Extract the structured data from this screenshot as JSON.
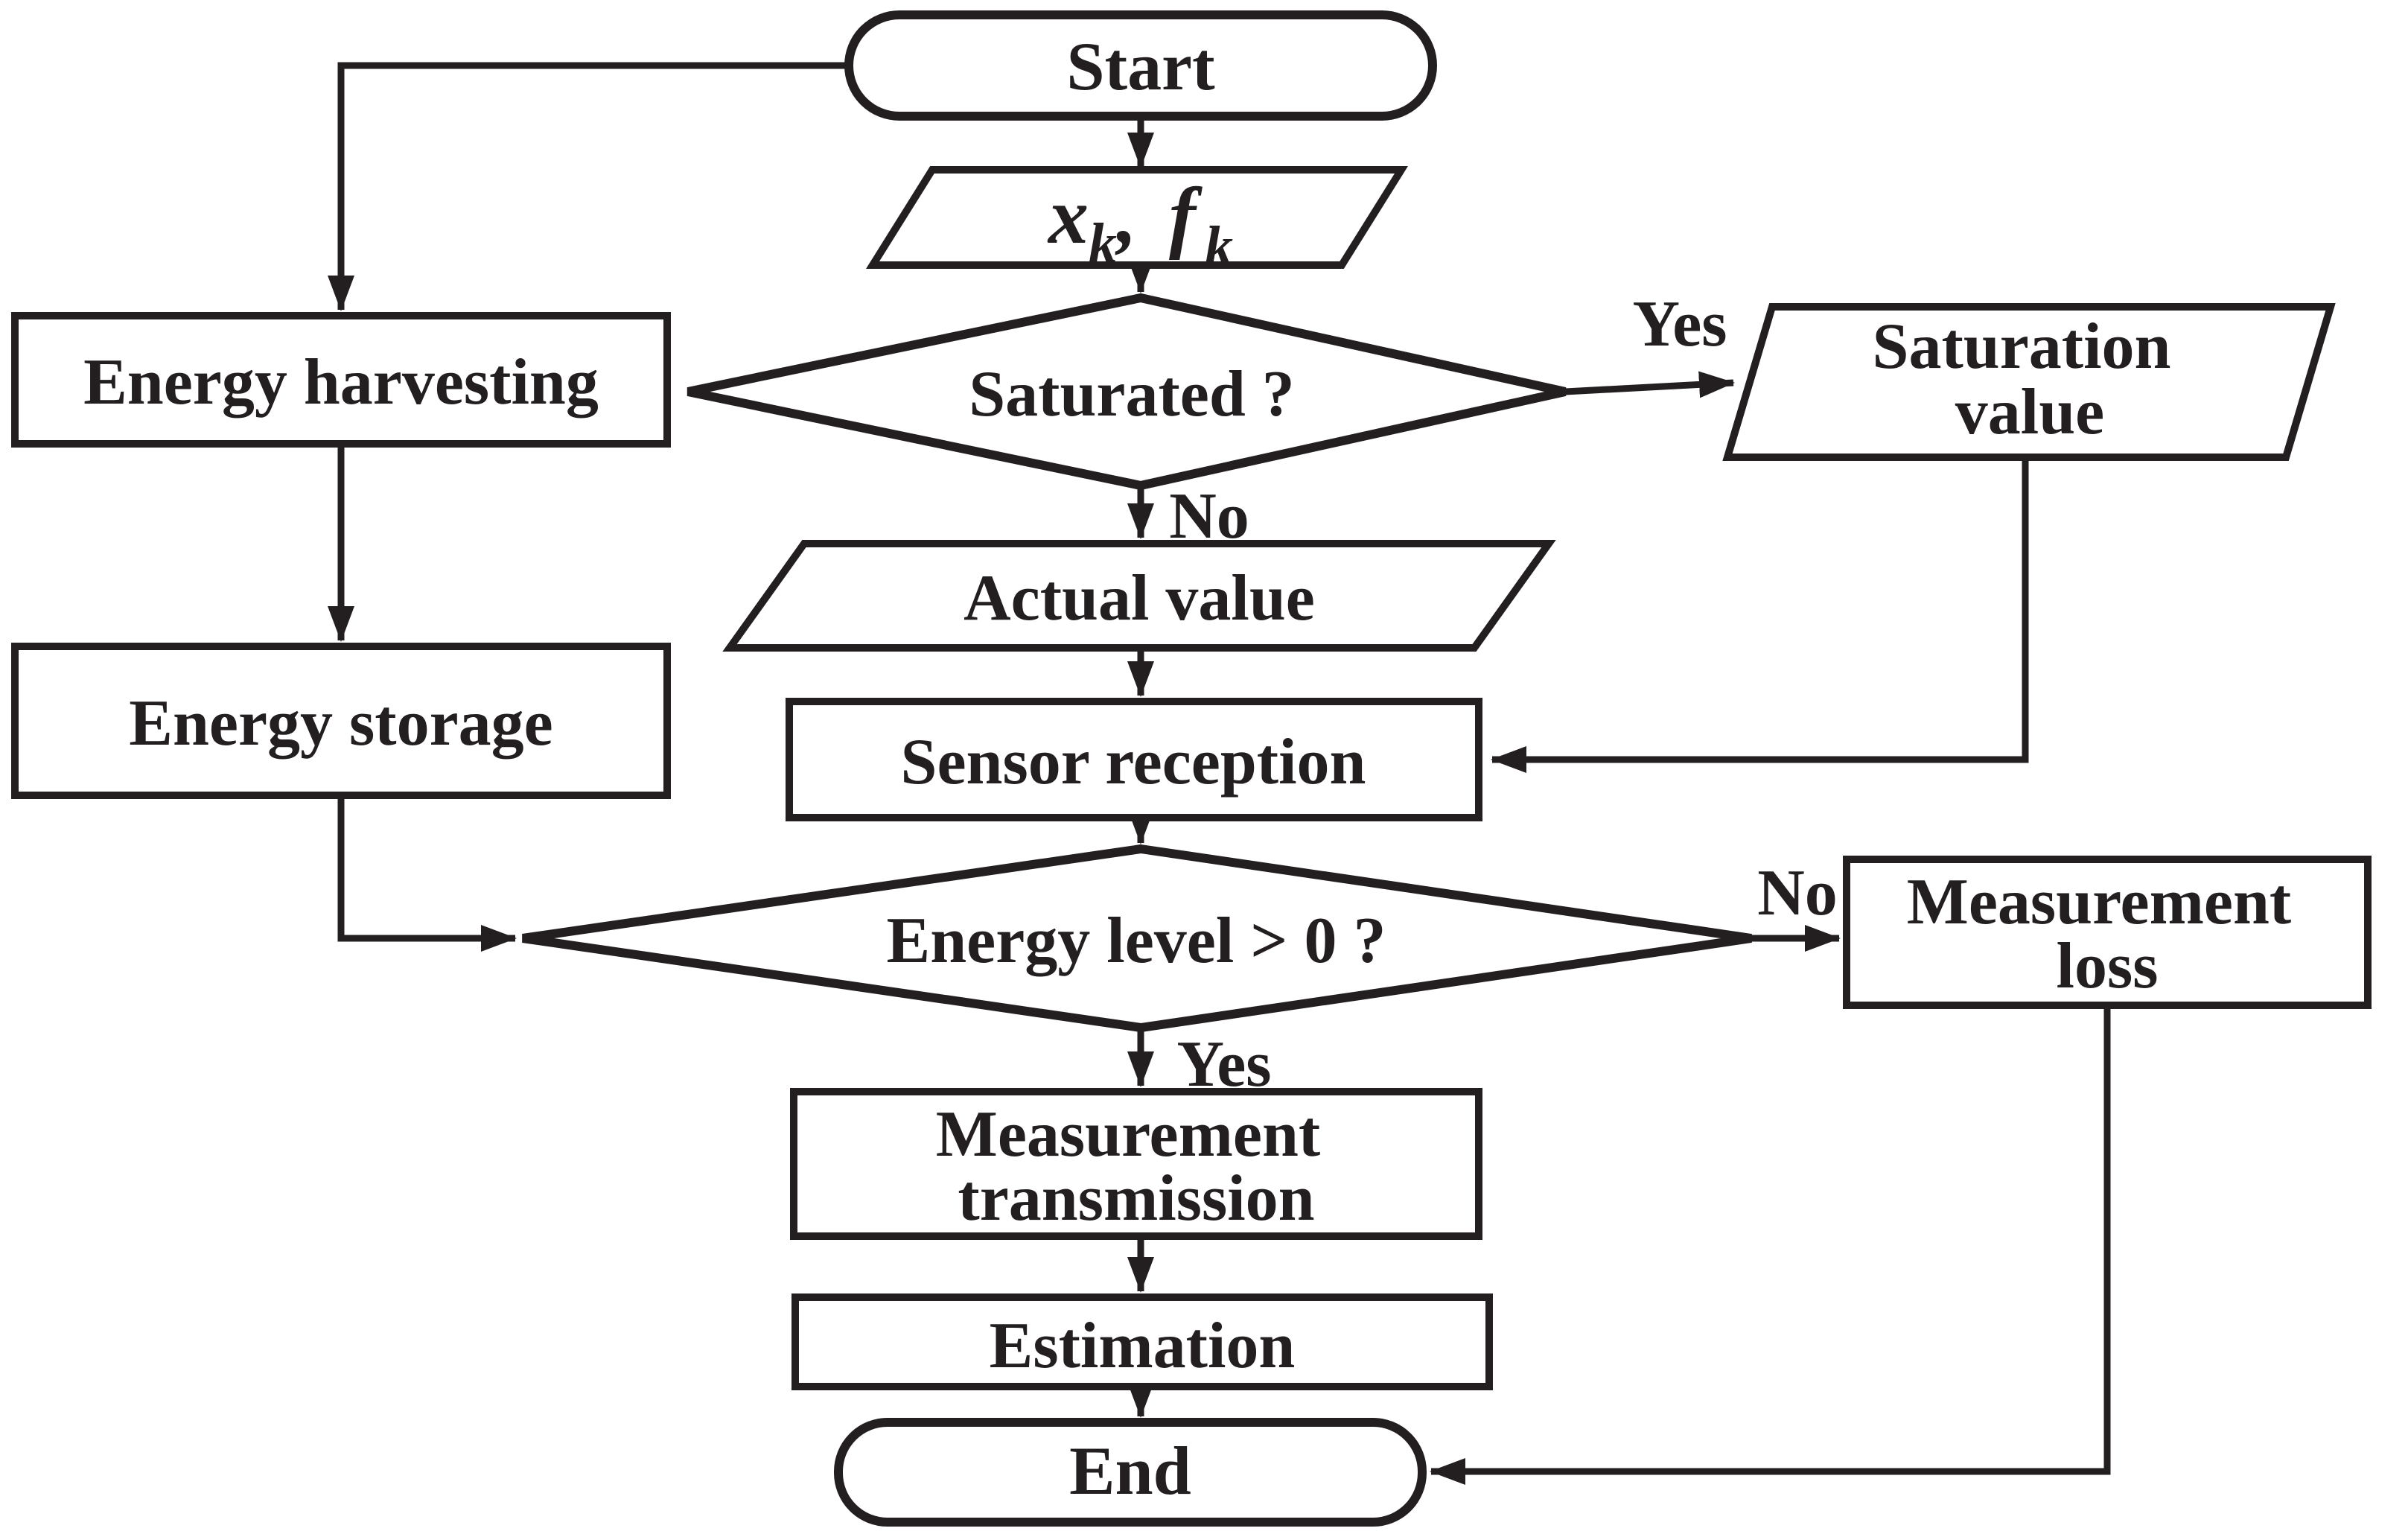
{
  "diagram": {
    "background": "#ffffff",
    "ink": "#231f20",
    "nodes": {
      "start": {
        "shape": "stadium",
        "label": "Start"
      },
      "input": {
        "shape": "parallelogram",
        "parts": {
          "x": "x",
          "x_sub": "k",
          "comma": ", ",
          "f": "f",
          "f_sub": "k"
        }
      },
      "saturated": {
        "shape": "diamond",
        "label": "Saturated ?"
      },
      "energy_harvesting": {
        "shape": "rectangle",
        "label": "Energy harvesting"
      },
      "saturation_value": {
        "shape": "parallelogram",
        "line1": "Saturation",
        "line2": "value"
      },
      "actual_value": {
        "shape": "parallelogram",
        "label": "Actual value"
      },
      "energy_storage": {
        "shape": "rectangle",
        "label": "Energy storage"
      },
      "sensor_reception": {
        "shape": "rectangle",
        "label": "Sensor reception"
      },
      "energy_level": {
        "shape": "diamond",
        "label": "Energy level > 0 ?"
      },
      "measurement_loss": {
        "shape": "rectangle",
        "line1": "Measurement",
        "line2": "loss"
      },
      "measurement_transmission": {
        "shape": "rectangle",
        "line1": "Measurement",
        "line2": "transmission"
      },
      "estimation": {
        "shape": "rectangle",
        "label": "Estimation"
      },
      "end": {
        "shape": "stadium",
        "label": "End"
      }
    },
    "edge_labels": {
      "saturated_yes": "Yes",
      "saturated_no": "No",
      "energy_level_no": "No",
      "energy_level_yes": "Yes"
    },
    "edges": [
      {
        "from": "start",
        "to": "input"
      },
      {
        "from": "start",
        "to": "energy_harvesting"
      },
      {
        "from": "input",
        "to": "saturated"
      },
      {
        "from": "saturated",
        "to": "saturation_value",
        "label": "Yes"
      },
      {
        "from": "saturated",
        "to": "actual_value",
        "label": "No"
      },
      {
        "from": "energy_harvesting",
        "to": "energy_storage"
      },
      {
        "from": "energy_storage",
        "to": "energy_level"
      },
      {
        "from": "saturation_value",
        "to": "sensor_reception"
      },
      {
        "from": "actual_value",
        "to": "sensor_reception"
      },
      {
        "from": "sensor_reception",
        "to": "energy_level"
      },
      {
        "from": "energy_level",
        "to": "measurement_loss",
        "label": "No"
      },
      {
        "from": "energy_level",
        "to": "measurement_transmission",
        "label": "Yes"
      },
      {
        "from": "measurement_transmission",
        "to": "estimation"
      },
      {
        "from": "estimation",
        "to": "end"
      },
      {
        "from": "measurement_loss",
        "to": "end"
      }
    ]
  }
}
